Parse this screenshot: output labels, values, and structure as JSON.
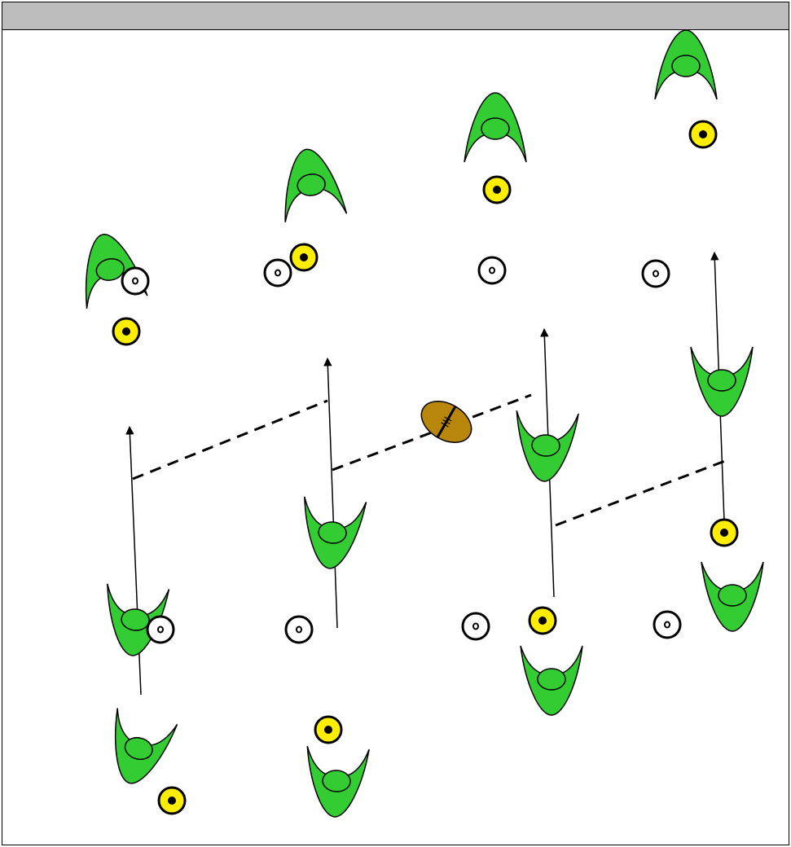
{
  "diagram": {
    "title": "",
    "colors": {
      "background": "#ffffff",
      "title_bar": "#bdbdbd",
      "player_shape": "#33cc33",
      "marker_yellow": "#ffee00",
      "marker_white": "#ffffff",
      "ball": "#b8860b",
      "outline": "#000000"
    },
    "icons": {
      "attacker": "green-attacking-player-shape",
      "defender": "green-defending-player-shape",
      "cone_yellow": "yellow-cone-marker",
      "cone_white": "white-cone-marker",
      "ball": "rugby-ball",
      "run_line": "arrow-run-line",
      "pass_line": "dashed-pass-line"
    }
  }
}
